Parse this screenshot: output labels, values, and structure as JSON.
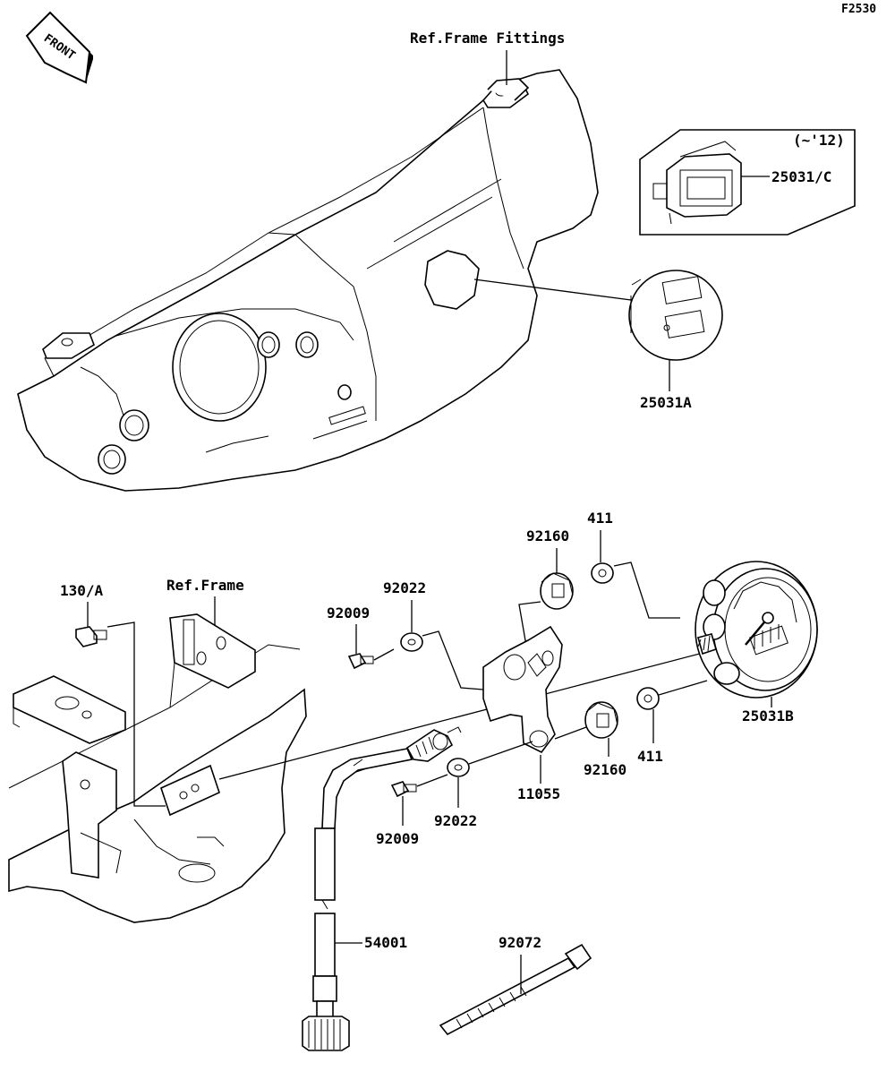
{
  "diagram_code": "F2530",
  "front_label": "FRONT",
  "refs": {
    "frame_fittings": "Ref.Frame Fittings",
    "frame": "Ref.Frame"
  },
  "inset_note": "(~'12)",
  "callouts": [
    {
      "id": "25031C",
      "text": "25031/C"
    },
    {
      "id": "25031A",
      "text": "25031A"
    },
    {
      "id": "130A",
      "text": "130/A"
    },
    {
      "id": "92009a",
      "text": "92009"
    },
    {
      "id": "92022a",
      "text": "92022"
    },
    {
      "id": "92160a",
      "text": "92160"
    },
    {
      "id": "411a",
      "text": "411"
    },
    {
      "id": "25031B",
      "text": "25031B"
    },
    {
      "id": "411b",
      "text": "411"
    },
    {
      "id": "92160b",
      "text": "92160"
    },
    {
      "id": "11055",
      "text": "11055"
    },
    {
      "id": "92022b",
      "text": "92022"
    },
    {
      "id": "92009b",
      "text": "92009"
    },
    {
      "id": "54001",
      "text": "54001"
    },
    {
      "id": "92072",
      "text": "92072"
    }
  ]
}
